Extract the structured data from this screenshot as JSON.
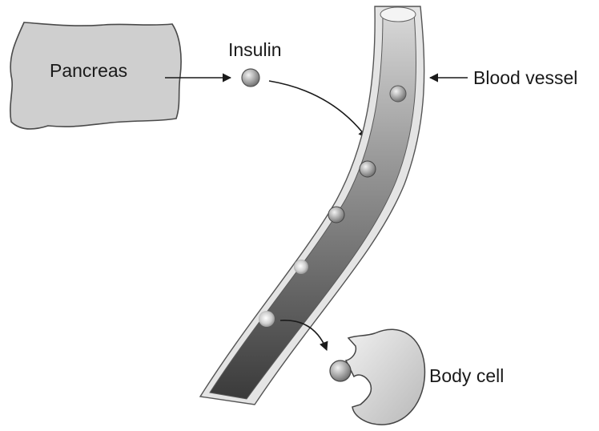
{
  "diagram": {
    "labels": {
      "pancreas": "Pancreas",
      "insulin": "Insulin",
      "blood_vessel": "Blood vessel",
      "body_cell": "Body cell"
    },
    "colors": {
      "organ_fill": "#cfcfcf",
      "vessel_wall": "#e2e2e2",
      "vessel_inner_top": "#c8c8c8",
      "vessel_inner_bottom": "#3a3a3a",
      "cell_fill": "#d4d4d4",
      "insulin_fill": "#9a9a9a",
      "stroke": "#333333"
    }
  }
}
